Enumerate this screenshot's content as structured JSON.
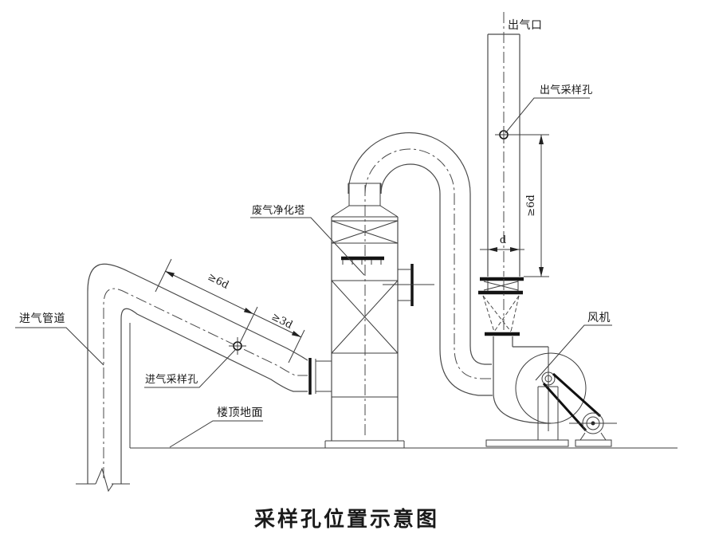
{
  "caption": "采样孔位置示意图",
  "labels": {
    "outlet_port": "出气口",
    "outlet_sampling_hole": "出气采样孔",
    "fan": "风机",
    "purification_tower": "废气净化塔",
    "intake_pipe": "进气管道",
    "intake_sampling_hole": "进气采样孔",
    "roof_ground": "楼顶地面"
  },
  "dimensions": {
    "stack_height_to_hole": "≥6d",
    "stack_diameter": "d",
    "intake_upstream": "≥6d",
    "intake_downstream": "≥3d"
  },
  "colors": {
    "line": "#3c3c3c",
    "heavy_line": "#141414",
    "text": "#1a1a1a",
    "background": "#ffffff"
  }
}
